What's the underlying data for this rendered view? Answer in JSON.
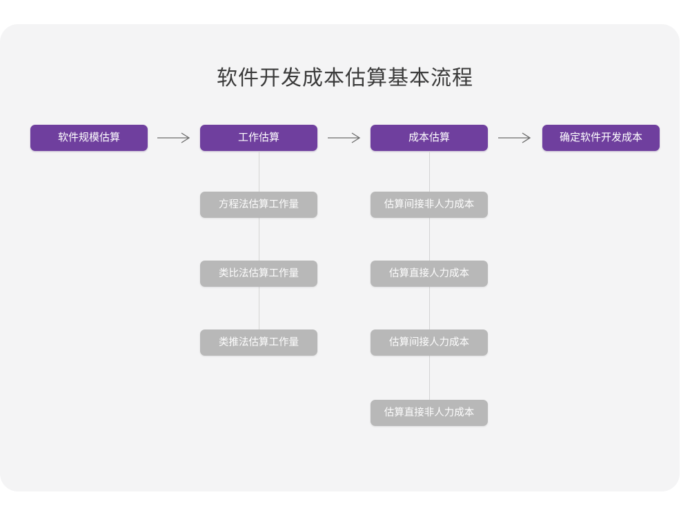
{
  "page": {
    "title": "软件开发成本估算基本流程",
    "background_color": "#ffffff",
    "canvas_color": "#f4f4f5"
  },
  "colors": {
    "primary_node": "#6f3f9e",
    "secondary_node": "#b8b8b8",
    "connector": "#d4d4d4",
    "arrow": "#6a6a6a",
    "title_text": "#3a3a3a",
    "node_text": "#ffffff"
  },
  "flow": {
    "main_steps": [
      {
        "id": "step-1",
        "label": "软件规模估算"
      },
      {
        "id": "step-2",
        "label": "工作估算"
      },
      {
        "id": "step-3",
        "label": "成本估算"
      },
      {
        "id": "step-4",
        "label": "确定软件开发成本"
      }
    ],
    "arrows": [
      {
        "id": "arrow-1",
        "from": "step-1",
        "to": "step-2",
        "glyph": "→"
      },
      {
        "id": "arrow-2",
        "from": "step-2",
        "to": "step-3",
        "glyph": "→"
      },
      {
        "id": "arrow-3",
        "from": "step-3",
        "to": "step-4",
        "glyph": "→"
      }
    ],
    "branches": [
      {
        "id": "branch-work-estimation",
        "parent": "step-2",
        "parent_label": "工作估算",
        "items": [
          {
            "id": "work-1",
            "label": "方程法估算工作量"
          },
          {
            "id": "work-2",
            "label": "类比法估算工作量"
          },
          {
            "id": "work-3",
            "label": "类推法估算工作量"
          }
        ]
      },
      {
        "id": "branch-cost-estimation",
        "parent": "step-3",
        "parent_label": "成本估算",
        "items": [
          {
            "id": "cost-1",
            "label": "估算间接非人力成本"
          },
          {
            "id": "cost-2",
            "label": "估算直接人力成本"
          },
          {
            "id": "cost-3",
            "label": "估算间接人力成本"
          },
          {
            "id": "cost-4",
            "label": "估算直接非人力成本"
          }
        ]
      }
    ]
  }
}
